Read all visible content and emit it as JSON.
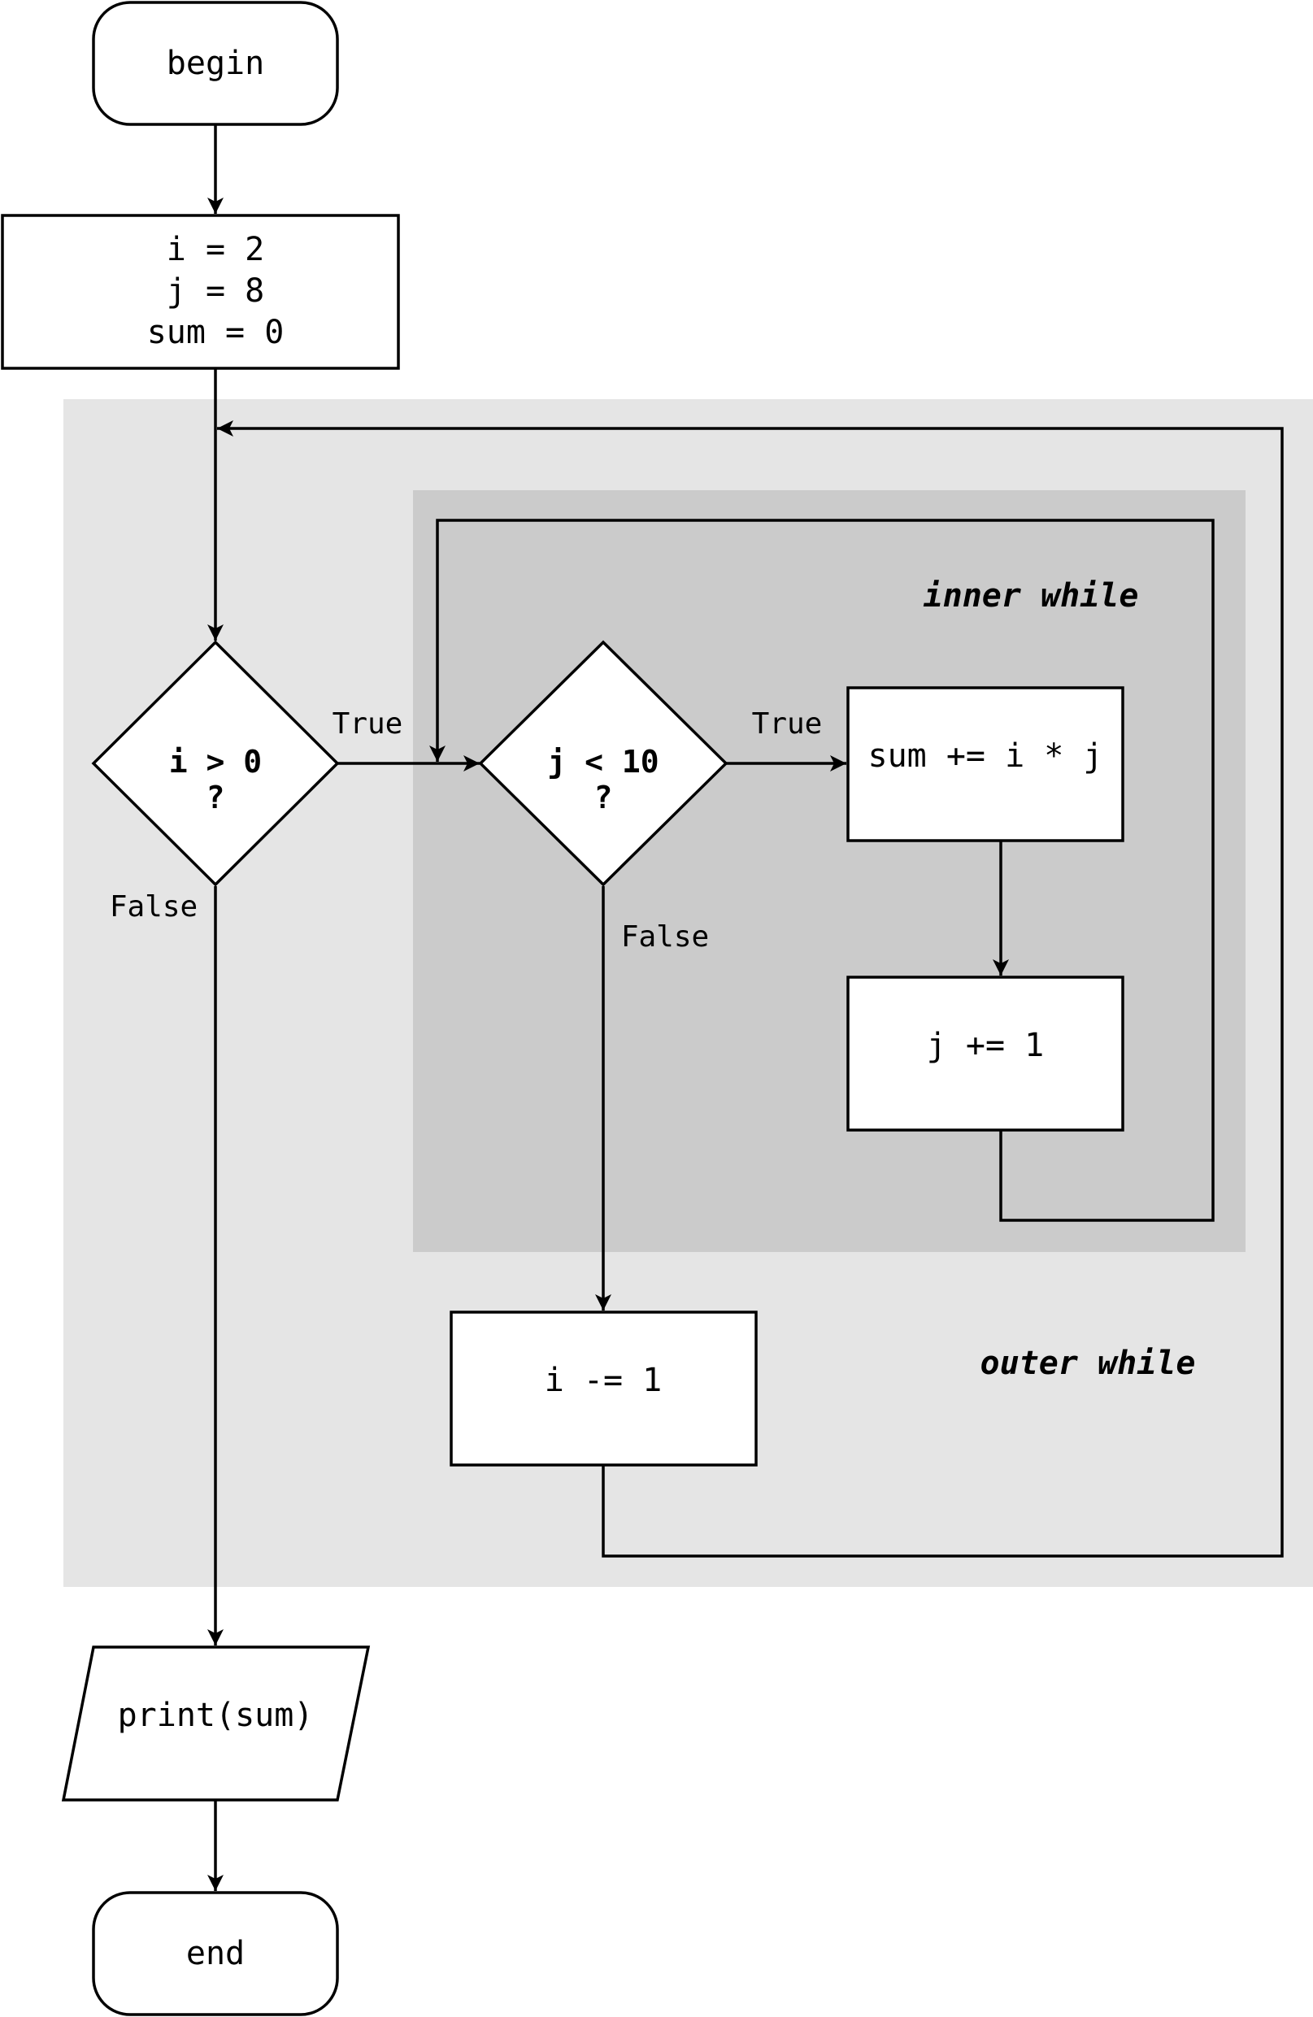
{
  "colors": {
    "outer_region": "#e5e5e5",
    "inner_region": "#cbcbcb",
    "stroke": "#000000",
    "node_fill": "#ffffff"
  },
  "regions": {
    "outer": {
      "label": "outer while"
    },
    "inner": {
      "label": "inner while"
    }
  },
  "nodes": {
    "begin": {
      "label": "begin"
    },
    "init": {
      "lines": [
        "i = 2",
        "j = 8",
        "sum = 0"
      ]
    },
    "outer_cond": {
      "line1": "i > 0",
      "line2": "?"
    },
    "inner_cond": {
      "line1": "j < 10",
      "line2": "?"
    },
    "sum_update": {
      "label": "sum += i * j"
    },
    "j_increment": {
      "label": "j += 1"
    },
    "i_decrement": {
      "label": "i -= 1"
    },
    "print": {
      "label": "print(sum)"
    },
    "end": {
      "label": "end"
    }
  },
  "edges": {
    "outer_true": "True",
    "outer_false": "False",
    "inner_true": "True",
    "inner_false": "False"
  }
}
